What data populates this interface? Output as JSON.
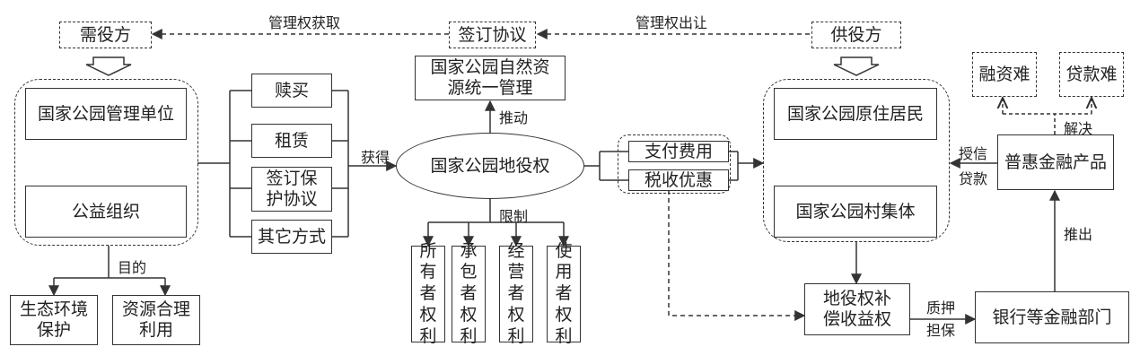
{
  "nodes": {
    "demand_side": "需役方",
    "sign_agreement": "签订协议",
    "supply_side": "供役方",
    "unified_management": "国家公园自然资源统一管理",
    "park_management_unit": "国家公园管理单位",
    "public_welfare_org": "公益组织",
    "redeem": "赎买",
    "lease": "租赁",
    "sign_protection_agreement": "签订保护协议",
    "other_methods": "其它方式",
    "easement_core": "国家公园地役权",
    "pay_fee": "支付费用",
    "tax_preference": "税收优惠",
    "original_residents": "国家公园原住居民",
    "village_collective": "国家公园村集体",
    "financing_difficulty": "融资难",
    "loan_difficulty": "贷款难",
    "inclusive_finance": "普惠金融产品",
    "bank_finance": "银行等金融部门",
    "easement_compensation_right": "地役权补偿收益权",
    "eco_protection": "生态环境保护",
    "rational_use": "资源合理利用",
    "owner_rights": "所有者权利",
    "contractor_rights": "承包者权利",
    "operator_rights": "经营者权利",
    "user_rights": "使用者权利"
  },
  "edge_labels": {
    "mgmt_acquire": "管理权获取",
    "mgmt_transfer": "管理权出让",
    "promote": "推动",
    "obtain": "获得",
    "restrict": "限制",
    "purpose": "目的",
    "credit_line1": "授信",
    "credit_line2": "贷款",
    "solve": "解决",
    "launch": "推出",
    "pledge_line1": "质押",
    "pledge_line2": "担保"
  }
}
